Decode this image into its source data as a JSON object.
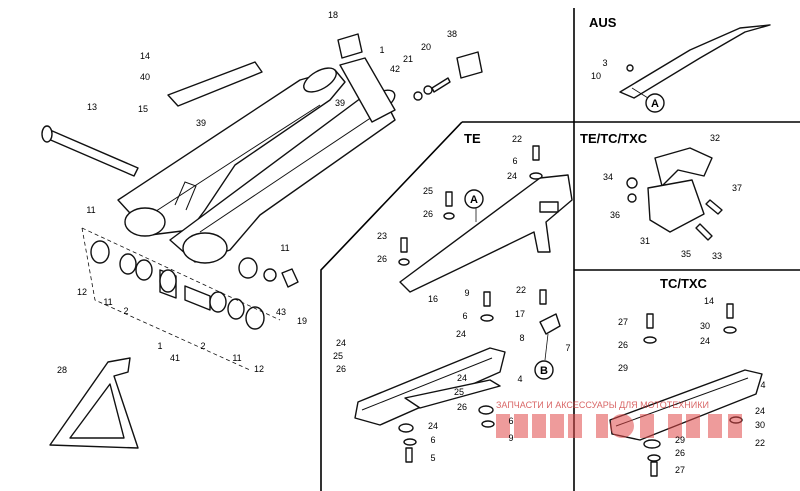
{
  "sections": {
    "aus": "AUS",
    "te": "TE",
    "te_tc_txc": "TE/TC/TXC",
    "tc_txc": "TC/TXC"
  },
  "markers": {
    "a_te": "A",
    "a_aus": "A",
    "b": "B"
  },
  "callouts": [
    "18",
    "1",
    "20",
    "38",
    "14",
    "40",
    "21",
    "42",
    "15",
    "39",
    "39",
    "13",
    "11",
    "11",
    "12",
    "11",
    "2",
    "43",
    "19",
    "1",
    "41",
    "2",
    "11",
    "12",
    "28",
    "22",
    "6",
    "24",
    "25",
    "26",
    "23",
    "26",
    "16",
    "9",
    "22",
    "6",
    "24",
    "17",
    "8",
    "7",
    "24",
    "25",
    "26",
    "4",
    "24",
    "25",
    "26",
    "24",
    "6",
    "5",
    "6",
    "9",
    "3",
    "10",
    "32",
    "34",
    "37",
    "36",
    "31",
    "35",
    "33",
    "14",
    "27",
    "30",
    "26",
    "24",
    "29",
    "4",
    "24",
    "30",
    "29",
    "26",
    "27",
    "22"
  ],
  "watermark": "ЗАПЧАСТИ И АКСЕССУАРЫ ДЛЯ МОТОТЕХНИКИ"
}
